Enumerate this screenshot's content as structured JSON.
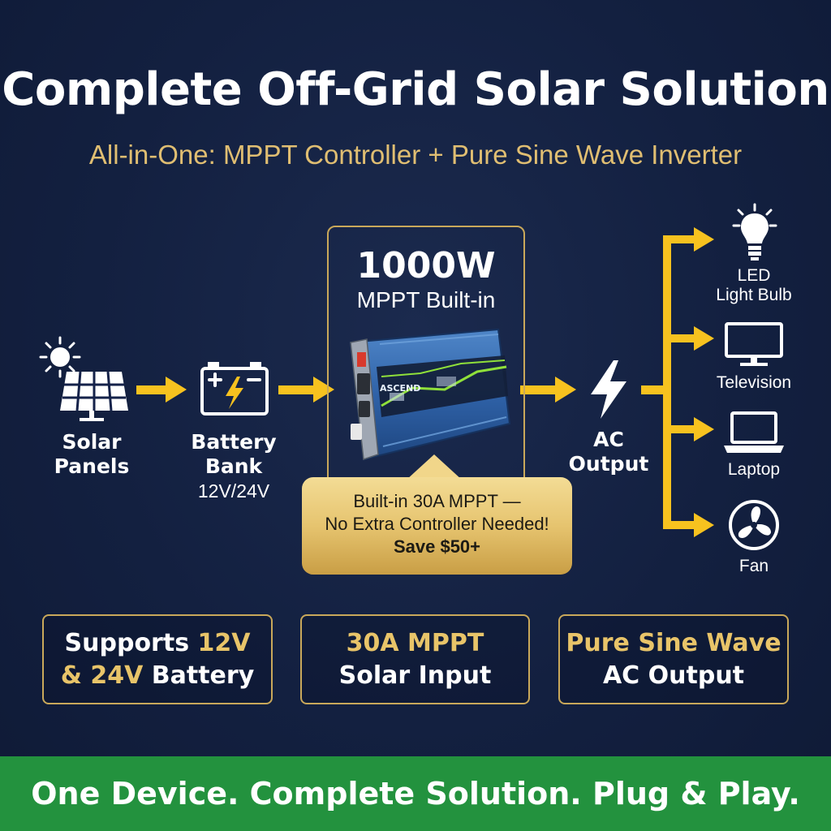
{
  "header": {
    "title": "Complete Off-Grid Solar Solution",
    "subtitle": "All-in-One: MPPT Controller + Pure Sine Wave Inverter"
  },
  "flow": {
    "solar": {
      "line1": "Solar",
      "line2": "Panels"
    },
    "battery": {
      "line1": "Battery",
      "line2": "Bank",
      "spec": "12V/24V"
    },
    "device": {
      "wattage": "1000W",
      "subtitle": "MPPT Built-in",
      "brand": "ASCEND",
      "callout": {
        "line1": "Built-in 30A MPPT —",
        "line2": "No Extra Controller Needed!",
        "line3": "Save $50+"
      }
    },
    "ac": {
      "line1": "AC",
      "line2": "Output"
    },
    "devices": [
      {
        "line1": "LED",
        "line2": "Light Bulb",
        "icon": "light-bulb-icon"
      },
      {
        "line1": "Television",
        "icon": "television-icon"
      },
      {
        "line1": "Laptop",
        "icon": "laptop-icon"
      },
      {
        "line1": "Fan",
        "icon": "fan-icon"
      }
    ]
  },
  "features": [
    {
      "a": "Supports ",
      "b": "12V",
      "c": "& ",
      "d": "24V",
      "e": " Battery"
    },
    {
      "line1": "30A MPPT",
      "line2": "Solar Input"
    },
    {
      "line1": "Pure Sine Wave",
      "line2": "AC Output"
    }
  ],
  "footer": {
    "text": "One Device. Complete Solution. Plug & Play."
  },
  "colors": {
    "arrow": "#f7c21f",
    "accent": "#e8c469",
    "footer": "#23923e",
    "background": "#132040"
  }
}
